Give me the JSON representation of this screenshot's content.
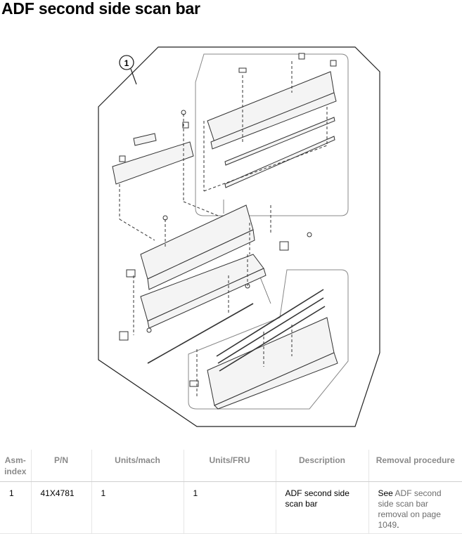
{
  "page": {
    "title": "ADF second side scan bar"
  },
  "figure": {
    "callout": "1"
  },
  "table": {
    "headers": [
      "Asm-index",
      "P/N",
      "Units/mach",
      "Units/FRU",
      "Description",
      "Removal procedure"
    ],
    "row": {
      "asm_index": "1",
      "pn": "41X4781",
      "units_mach": "1",
      "units_fru": "1",
      "description": "ADF second side scan bar",
      "removal_prefix": "See ",
      "removal_link": "ADF second side scan bar removal on page 1049",
      "removal_suffix": "."
    }
  }
}
